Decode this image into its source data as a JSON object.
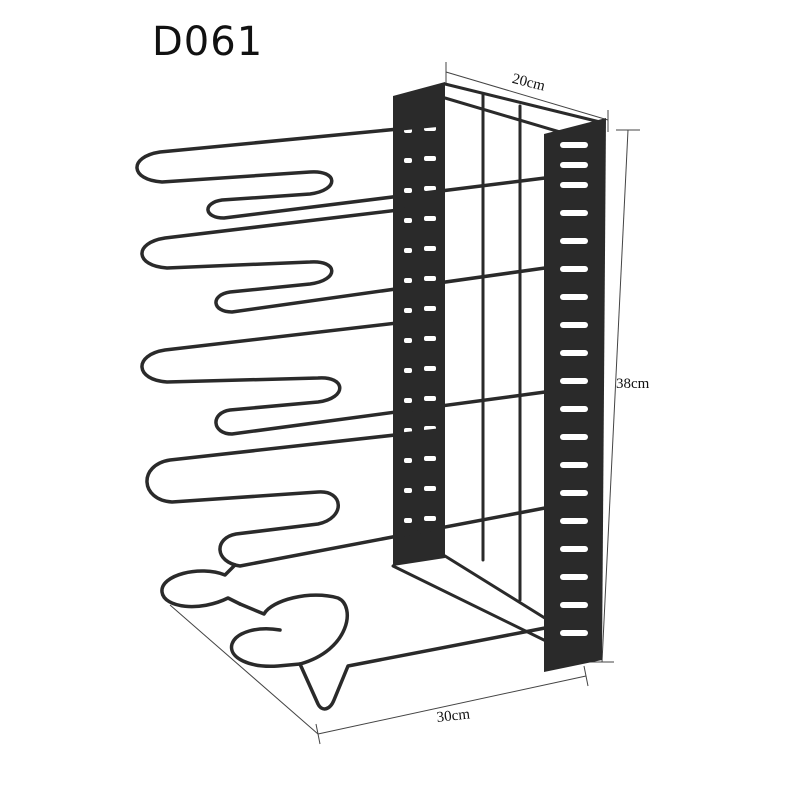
{
  "product": {
    "code": "D061"
  },
  "dimensions": {
    "width": "20cm",
    "height": "38cm",
    "depth": "30cm"
  },
  "colors": {
    "metal": "#2a2a2a",
    "slot": "#ffffff",
    "line": "#444444"
  }
}
